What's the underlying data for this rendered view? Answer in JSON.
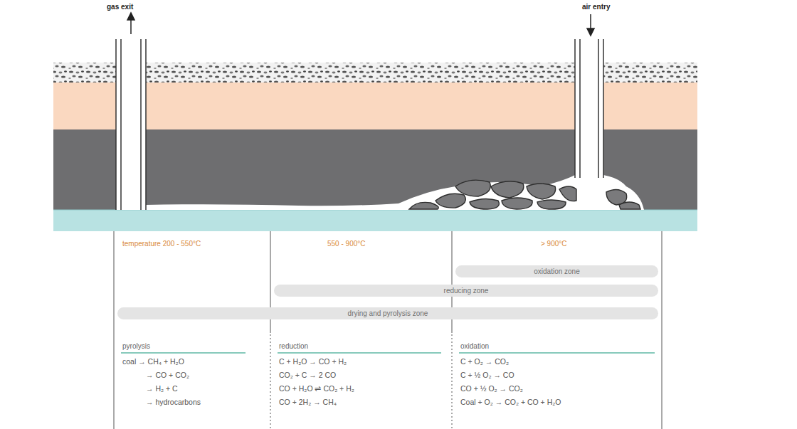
{
  "diagram": {
    "nodes": [
      {
        "text": [
          "oxidation zone"
        ]
      },
      {
        "text": [
          "reducing zone"
        ]
      },
      {
        "text": [
          "drying and pyrolysis zone"
        ]
      }
    ],
    "labels": [
      "gas exit",
      "air entry",
      "temperature 200 - 550°C",
      "550 - 900°C",
      "> 900°C",
      "pyrolysis",
      "coal → CH₄ + H₂O",
      "→ CO + CO₂",
      "→ H₂ + C",
      "→ hydrocarbons",
      "reduction",
      "C + H₂O → CO + H₂",
      "CO₂ + C → 2 CO",
      "CO + H₂O ⇌ CO₂ + H₂",
      "CO + 2H₂ → CH₄",
      "oxidation",
      "C + O₂ → CO₂",
      "C + ½ O₂ → CO",
      "CO + ½ O₂ → CO₂",
      "Coal + O₂ → CO₂ + CO + H₂O"
    ]
  }
}
